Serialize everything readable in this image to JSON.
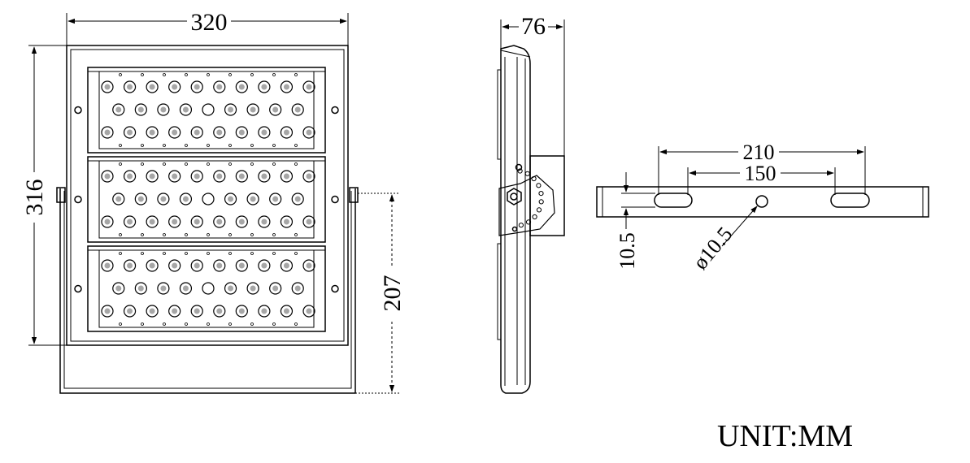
{
  "dimensions": {
    "front_width": "320",
    "front_height": "316",
    "bracket_height": "207",
    "side_depth": "76",
    "bracket_hole_spacing_outer": "210",
    "bracket_hole_spacing_inner": "150",
    "slot_width": "10.5",
    "hole_diameter": "ø10.5"
  },
  "unit_label": "UNIT:MM",
  "colors": {
    "line": "#000000",
    "background": "#ffffff"
  },
  "diagram": {
    "views": [
      "front-view",
      "side-view",
      "bracket-top-view"
    ],
    "module_count": 3,
    "led_rows": [
      10,
      9,
      10
    ]
  }
}
